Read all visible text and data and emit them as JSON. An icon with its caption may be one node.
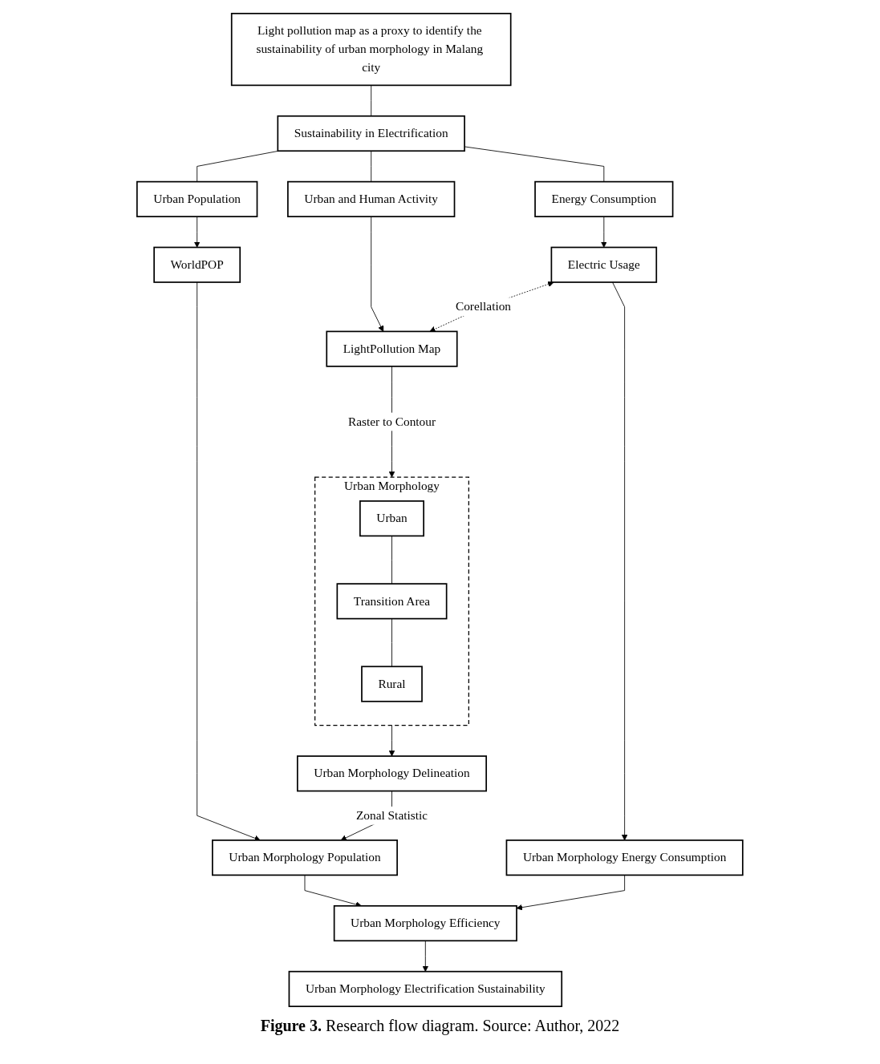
{
  "diagram": {
    "caption": "**Figure 3.** Research flow diagram. Source: Author, 2022",
    "nodes": [
      {
        "text": [
          "Light pollution map as a proxy to identify the sustainability of urban morphology in Malang city"
        ]
      },
      {
        "text": [
          "Sustainability in Electrification"
        ]
      },
      {
        "text": [
          "Urban Population"
        ]
      },
      {
        "text": [
          "Energy Consumption"
        ]
      },
      {
        "text": [
          "Urban and Human Activity"
        ]
      },
      {
        "text": [
          "WorldPOP"
        ]
      },
      {
        "text": [
          "Electric Usage"
        ]
      },
      {
        "text": [
          "LightPollution Map"
        ]
      },
      {
        "text": [
          "Urban Morphology Delineation"
        ]
      },
      {
        "text": [
          "Urban Morphology"
        ]
      },
      {
        "text": [
          "Urban"
        ],
        "in": 9
      },
      {
        "text": [
          "Transition Area"
        ],
        "in": 9
      },
      {
        "text": [
          "Rural"
        ],
        "in": 9
      },
      {
        "text": [
          "Urban Morphology Population"
        ]
      },
      {
        "text": [
          "Urban Morphology Energy Consumption"
        ]
      },
      {
        "text": [
          "Urban Morphology Efficiency"
        ]
      },
      {
        "text": [
          "Urban Morphology Electrification Sustainability"
        ]
      }
    ],
    "edges": [
      {
        "from": 0,
        "to": 1,
        "arrow": "none"
      },
      {
        "from": 1,
        "to": 2,
        "arrow": "none"
      },
      {
        "from": 1,
        "to": 3,
        "arrow": "none"
      },
      {
        "from": 1,
        "to": 4,
        "arrow": "none"
      },
      {
        "from": 2,
        "to": 5,
        "arrow": "to"
      },
      {
        "from": 3,
        "to": 6,
        "arrow": "to"
      },
      {
        "from": 4,
        "to": 7,
        "arrow": "to"
      },
      {
        "from": 6,
        "to": 7,
        "arrow": "both",
        "label": "Corellation",
        "style": "dashed"
      },
      {
        "from": 7,
        "to": 9,
        "arrow": "to",
        "label": "Raster to Contour"
      },
      {
        "from": 9,
        "to": 8,
        "arrow": "to"
      },
      {
        "from": 10,
        "to": 11,
        "arrow": "none"
      },
      {
        "from": 11,
        "to": 12,
        "arrow": "none"
      },
      {
        "from": 5,
        "to": 13,
        "arrow": "to"
      },
      {
        "from": 8,
        "to": 13,
        "arrow": "to",
        "label": "Zonal Statistic"
      },
      {
        "from": 6,
        "to": 14,
        "arrow": "to"
      },
      {
        "from": 13,
        "to": 15,
        "arrow": "to"
      },
      {
        "from": 14,
        "to": 15,
        "arrow": "to"
      },
      {
        "from": 15,
        "to": 16,
        "arrow": "to"
      }
    ]
  }
}
